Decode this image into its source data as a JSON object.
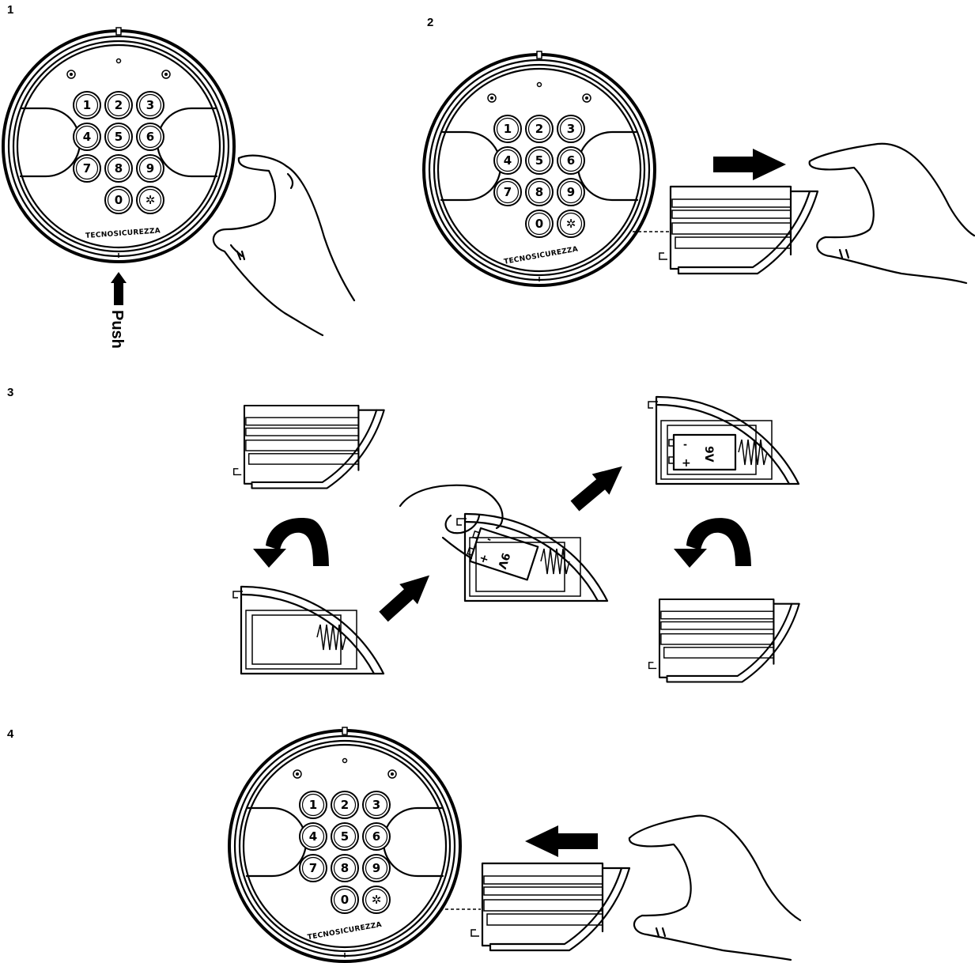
{
  "steps": [
    {
      "label": "1"
    },
    {
      "label": "2"
    },
    {
      "label": "3"
    },
    {
      "label": "4"
    }
  ],
  "push_label": "Push",
  "brand": "TECNOSICUREZZA",
  "keypad": [
    "1",
    "2",
    "3",
    "4",
    "5",
    "6",
    "7",
    "8",
    "9",
    "0",
    "✲"
  ],
  "battery": {
    "type": "9V",
    "plus": "+",
    "minus": "-"
  }
}
